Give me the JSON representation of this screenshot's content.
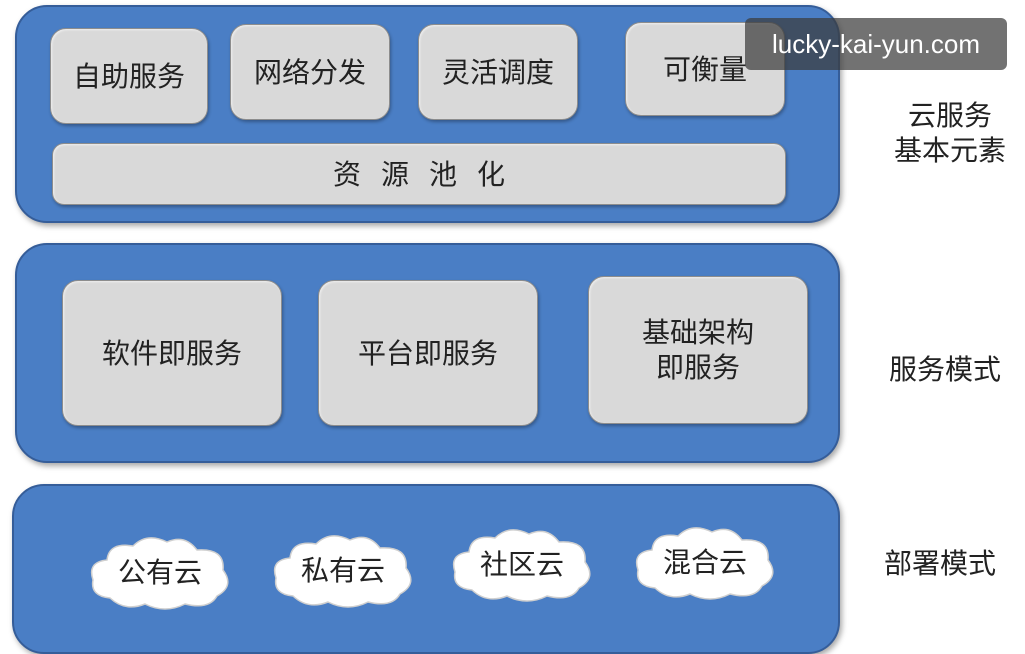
{
  "layer1": {
    "elements": [
      "自助服务",
      "网络分发",
      "灵活调度",
      "可衡量"
    ],
    "base": "资源池化",
    "label_line1": "云服务",
    "label_line2": "基本元素"
  },
  "layer2": {
    "items": [
      "软件即服务",
      "平台即服务"
    ],
    "iaas_line1": "基础架构",
    "iaas_line2": "即服务",
    "label": "服务模式"
  },
  "layer3": {
    "clouds": [
      "公有云",
      "私有云",
      "社区云",
      "混合云"
    ],
    "label": "部署模式"
  },
  "watermark": "lucky-kai-yun.com",
  "colors": {
    "panel": "#4a7ec5",
    "box": "#d9d9d9",
    "cloud": "#ffffff"
  }
}
